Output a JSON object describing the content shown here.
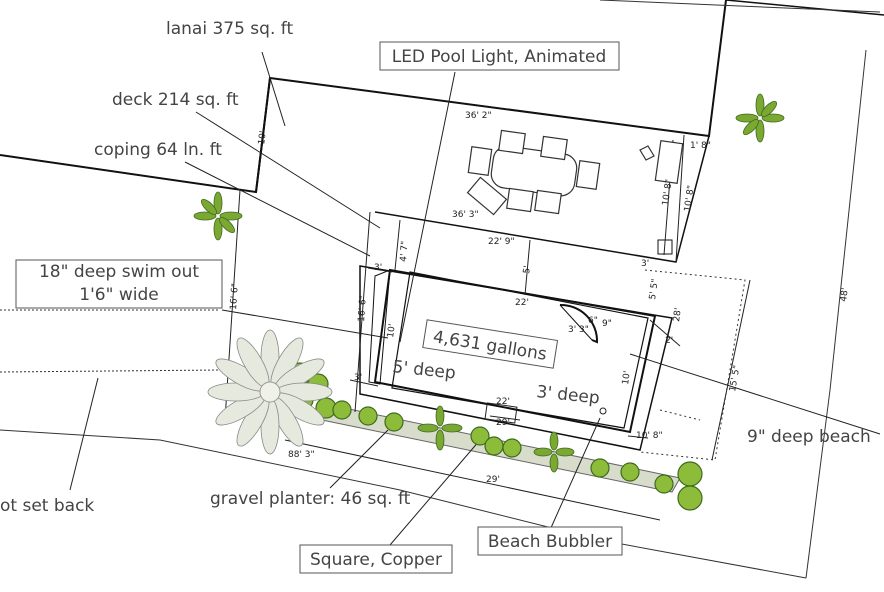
{
  "callouts": {
    "lanai": "lanai 375 sq. ft",
    "deck": "deck 214 sq. ft",
    "coping": "coping 64 ln. ft",
    "swim_out_line1": "18\" deep swim out",
    "swim_out_line2": "1'6\" wide",
    "led_light": "LED Pool Light, Animated",
    "gallons": "4,631 gallons",
    "deep5": "5' deep",
    "deep3": "3' deep",
    "beach": "9\" deep beach",
    "gravel": "gravel planter: 46 sq. ft",
    "square_copper": "Square, Copper",
    "bubbler": "Beach Bubbler",
    "setback": "ot set back"
  },
  "dimensions": {
    "d36_2": "36' 2\"",
    "d36_3": "36' 3\"",
    "d22_9": "22' 9\"",
    "d22": "22'",
    "d22b": "22'",
    "d29": "29'",
    "d29b": "29'",
    "d88_3": "88' 3\"",
    "d10": "10'",
    "d10b": "10'",
    "d10c": "10'",
    "d10_8a": "10' 8\"",
    "d10_8b": "10' 8\"",
    "d10_8c": "10' 8\"",
    "d1_8": "1' 8\"",
    "d16_6a": "16' 6\"",
    "d16_6b": "16' 6\"",
    "d4_7": "4' 7\"",
    "d3a": "3'",
    "d3b": "3'",
    "d3c": "3'",
    "d5": "5'",
    "d5_5": "5' 5\"",
    "d28": "28'",
    "d2": "2'",
    "d15_5": "15' 5\"",
    "d48": "48'",
    "d6": "6\"",
    "d9": "9\"",
    "d3_3": "3' 3\""
  },
  "colors": {
    "line": "#111111",
    "planter_fill": "#d8dccb",
    "plant_dark": "#3f6b1e",
    "plant_light": "#8dbb3a",
    "palm_leaf": "#e6e9de"
  },
  "icons": [
    "star-plant-icon",
    "round-shrub-icon",
    "palm-tree-icon",
    "table-chairs-icon",
    "lounge-chair-icon",
    "grill-icon"
  ]
}
